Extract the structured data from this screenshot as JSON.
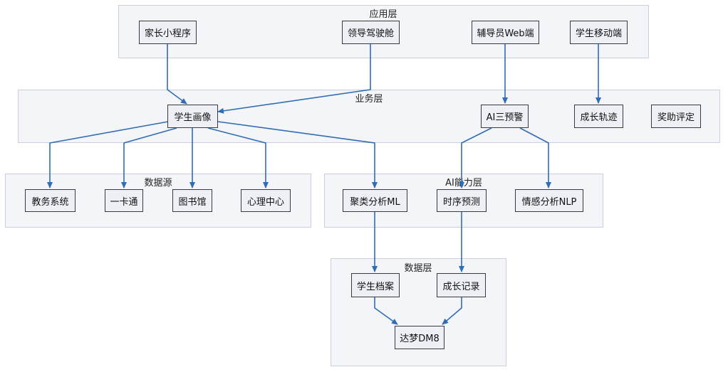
{
  "groups": {
    "app": "应用层",
    "biz": "业务层",
    "src": "数据源",
    "ai": "AI能力层",
    "data": "数据层"
  },
  "nodes": {
    "parent_miniapp": "家长小程序",
    "leader_cockpit": "领导驾驶舱",
    "counselor_web": "辅导员Web端",
    "student_mobile": "学生移动端",
    "student_profile": "学生画像",
    "ai_warning": "AI三预警",
    "growth_track": "成长轨迹",
    "scholarship_eval": "奖助评定",
    "academic_system": "教务系统",
    "campus_card": "一卡通",
    "library": "图书馆",
    "psych_center": "心理中心",
    "cluster_ml": "聚类分析ML",
    "time_series": "时序预测",
    "sentiment_nlp": "情感分析NLP",
    "student_archive": "学生档案",
    "growth_record": "成长记录",
    "dameng_db": "达梦DM8"
  },
  "colors": {
    "edge": "#2f6db5",
    "node_border": "#3a3a3a",
    "node_fill": "#edf0f5",
    "group_fill": "#f3f5f9"
  }
}
